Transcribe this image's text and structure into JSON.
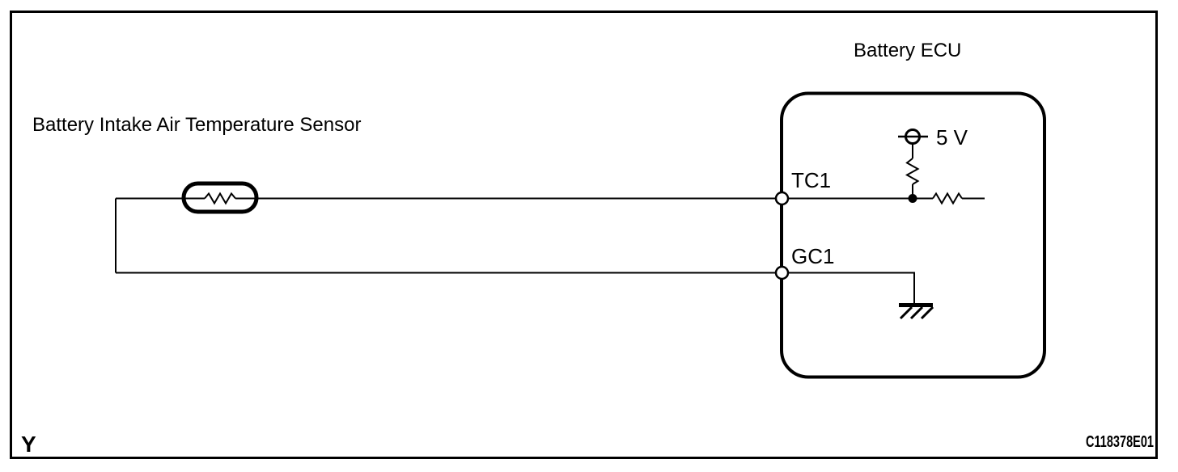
{
  "diagram": {
    "ecu_title": "Battery ECU",
    "sensor_label": "Battery Intake Air Temperature Sensor",
    "terminals": {
      "tc1": "TC1",
      "gc1": "GC1"
    },
    "voltage_label": "5 V",
    "page_marker": "Y",
    "figure_code": "C118378E01",
    "colors": {
      "line": "#000000",
      "background": "#ffffff"
    }
  }
}
